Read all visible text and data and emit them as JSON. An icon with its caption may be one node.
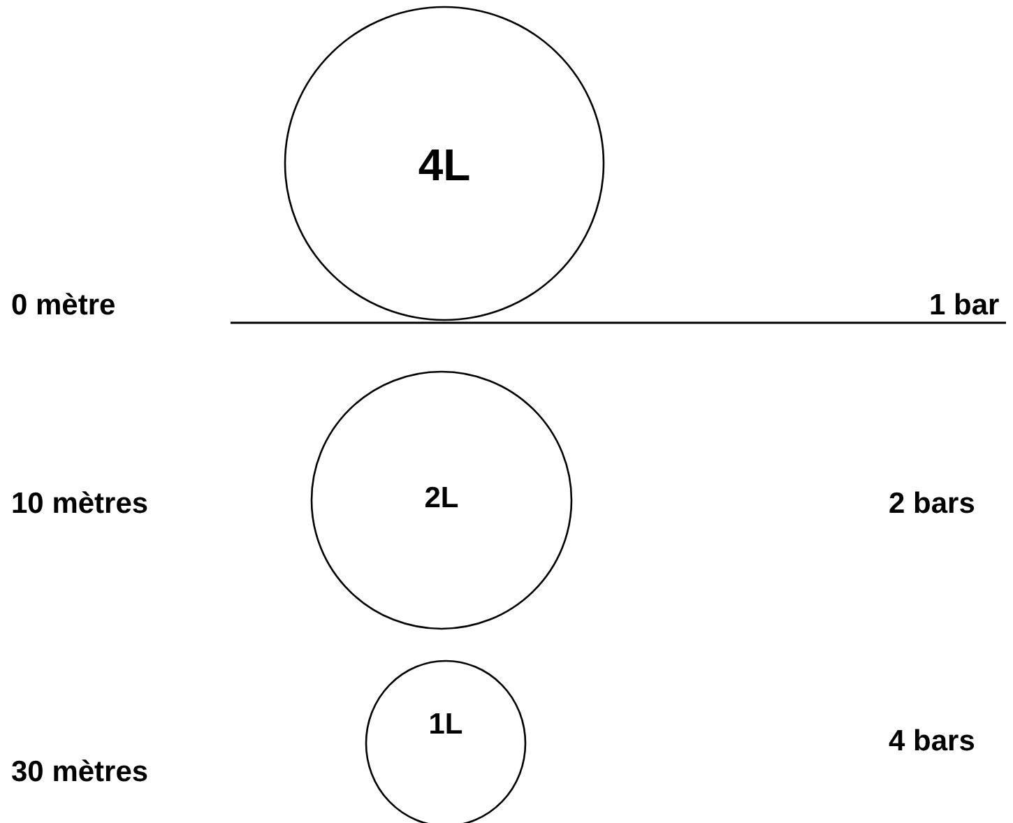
{
  "diagram": {
    "nodes": [
      {
        "text": [
          "4L"
        ]
      },
      {
        "text": [
          "2L"
        ]
      },
      {
        "text": [
          "1L"
        ]
      }
    ],
    "labels": [
      "0 mètre",
      "1 bar",
      "10 mètres",
      "2 bars",
      "4 bars",
      "30 mètres"
    ]
  }
}
